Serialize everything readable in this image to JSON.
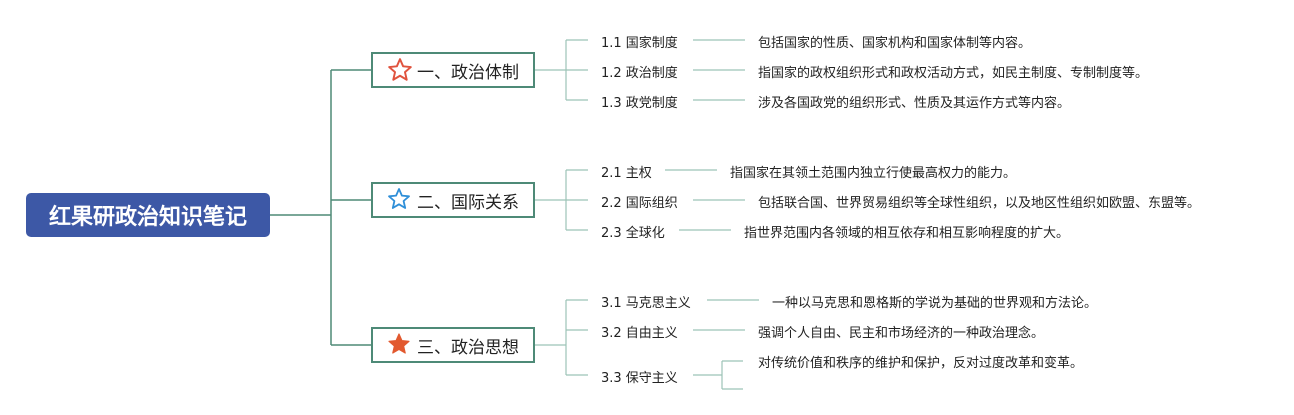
{
  "root": {
    "title": "红果研政治知识笔记"
  },
  "branches": [
    {
      "title": "一、政治体制",
      "icon": "star-outline-icon",
      "icon_color": "#e0533e",
      "children": [
        {
          "label": "1.1 国家制度",
          "desc": "包括国家的性质、国家机构和国家体制等内容。"
        },
        {
          "label": "1.2 政治制度",
          "desc": "指国家的政权组织形式和政权活动方式，如民主制度、专制制度等。"
        },
        {
          "label": "1.3 政党制度",
          "desc": "涉及各国政党的组织形式、性质及其运作方式等内容。"
        }
      ]
    },
    {
      "title": "二、国际关系",
      "icon": "star-outline-icon",
      "icon_color": "#2f8fd8",
      "children": [
        {
          "label": "2.1 主权",
          "desc": "指国家在其领土范围内独立行使最高权力的能力。"
        },
        {
          "label": "2.2 国际组织",
          "desc": "包括联合国、世界贸易组织等全球性组织，以及地区性组织如欧盟、东盟等。"
        },
        {
          "label": "2.3 全球化",
          "desc": "指世界范围内各领域的相互依存和相互影响程度的扩大。"
        }
      ]
    },
    {
      "title": "三、政治思想",
      "icon": "star-filled-icon",
      "icon_color": "#e2592f",
      "children": [
        {
          "label": "3.1 马克思主义",
          "desc": "一种以马克思和恩格斯的学说为基础的世界观和方法论。"
        },
        {
          "label": "3.2 自由主义",
          "desc": "强调个人自由、民主和市场经济的一种政治理念。"
        },
        {
          "label": "3.3 保守主义",
          "desc": "对传统价值和秩序的维护和保护，反对过度改革和变革。"
        }
      ]
    }
  ],
  "colors": {
    "root_bg": "#3d58a6",
    "connector": "#4e8a77",
    "leaf_line": "#9cc3b6"
  }
}
